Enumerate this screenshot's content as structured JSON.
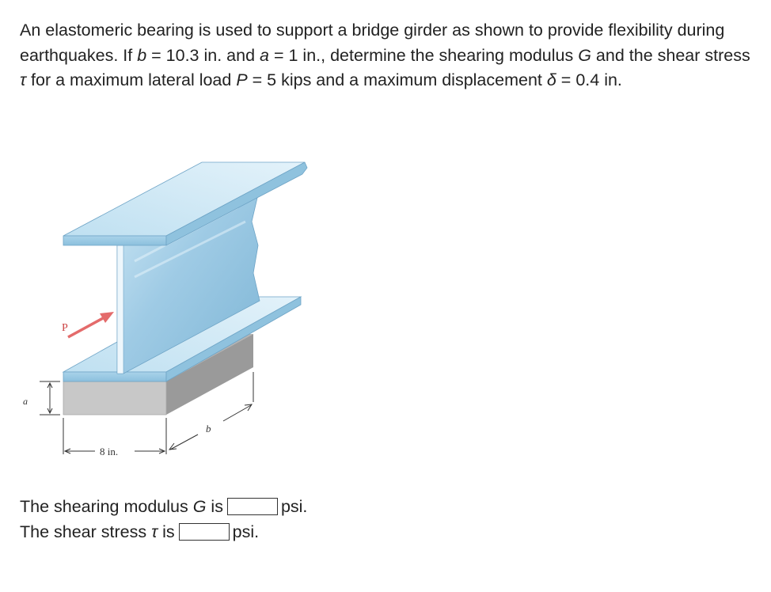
{
  "problem": {
    "part1": "An elastomeric bearing is used to support a bridge girder as shown to provide flexibility during earthquakes. If ",
    "var_b": "b",
    "part2": " = 10.3 in. and  ",
    "var_a": "a",
    "part3": " = 1 in., determine the shearing modulus ",
    "var_G": "G",
    "part4": " and the shear stress ",
    "var_tau": "τ",
    "part5": " for a maximum lateral load ",
    "var_P": "P",
    "part6": " = 5 kips and a maximum displacement ",
    "var_delta": "δ",
    "part7": " = 0.4 in."
  },
  "figure": {
    "label_P": "P",
    "label_a": "a",
    "label_b": "b",
    "label_width": "8 in.",
    "colors": {
      "girder_light": "#d8edf7",
      "girder_mid": "#a9d3ea",
      "girder_dark": "#7fb6d6",
      "girder_edge": "#5e93b8",
      "pad_front": "#c9c9c9",
      "pad_side": "#9e9e9e",
      "pad_top": "#b7b7b7",
      "arrow": "#e46b6b"
    }
  },
  "answers": {
    "G_prefix": "The shearing modulus ",
    "G_var": "G",
    "G_is": " is",
    "G_unit": "psi.",
    "G_value": "",
    "tau_prefix": "The shear stress ",
    "tau_var": "τ",
    "tau_is": " is",
    "tau_unit": "psi.",
    "tau_value": ""
  }
}
